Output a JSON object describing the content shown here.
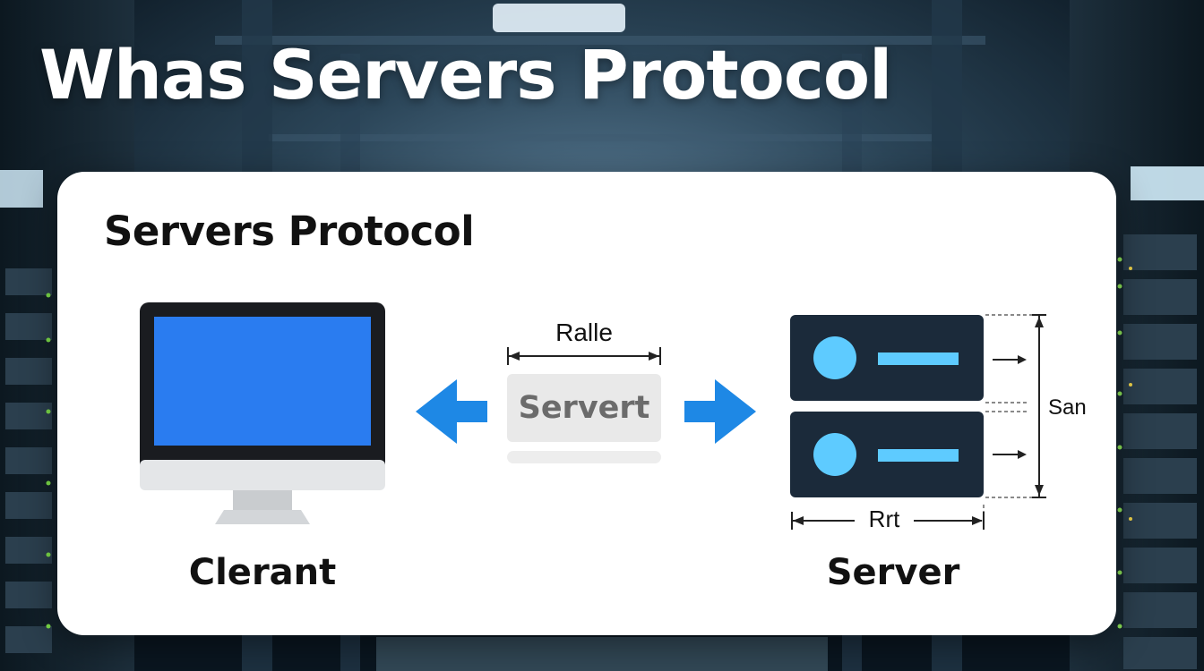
{
  "headline": "Whas Servers Protocol",
  "card": {
    "title": "Servers Protocol",
    "client_label": "Clerant",
    "server_label": "Server",
    "message_top_label": "Ralle",
    "message_box_label": "Servert",
    "server_height_label": "San",
    "server_width_label": "Rrt"
  },
  "colors": {
    "accent_blue": "#1e88e5",
    "screen_blue": "#2a7cf0",
    "server_dark": "#1b2a3a",
    "server_light": "#5ecbff",
    "background": "#0d1b27"
  },
  "icons": [
    "monitor-icon",
    "server-rack-icon",
    "arrow-left-icon",
    "arrow-right-icon"
  ]
}
